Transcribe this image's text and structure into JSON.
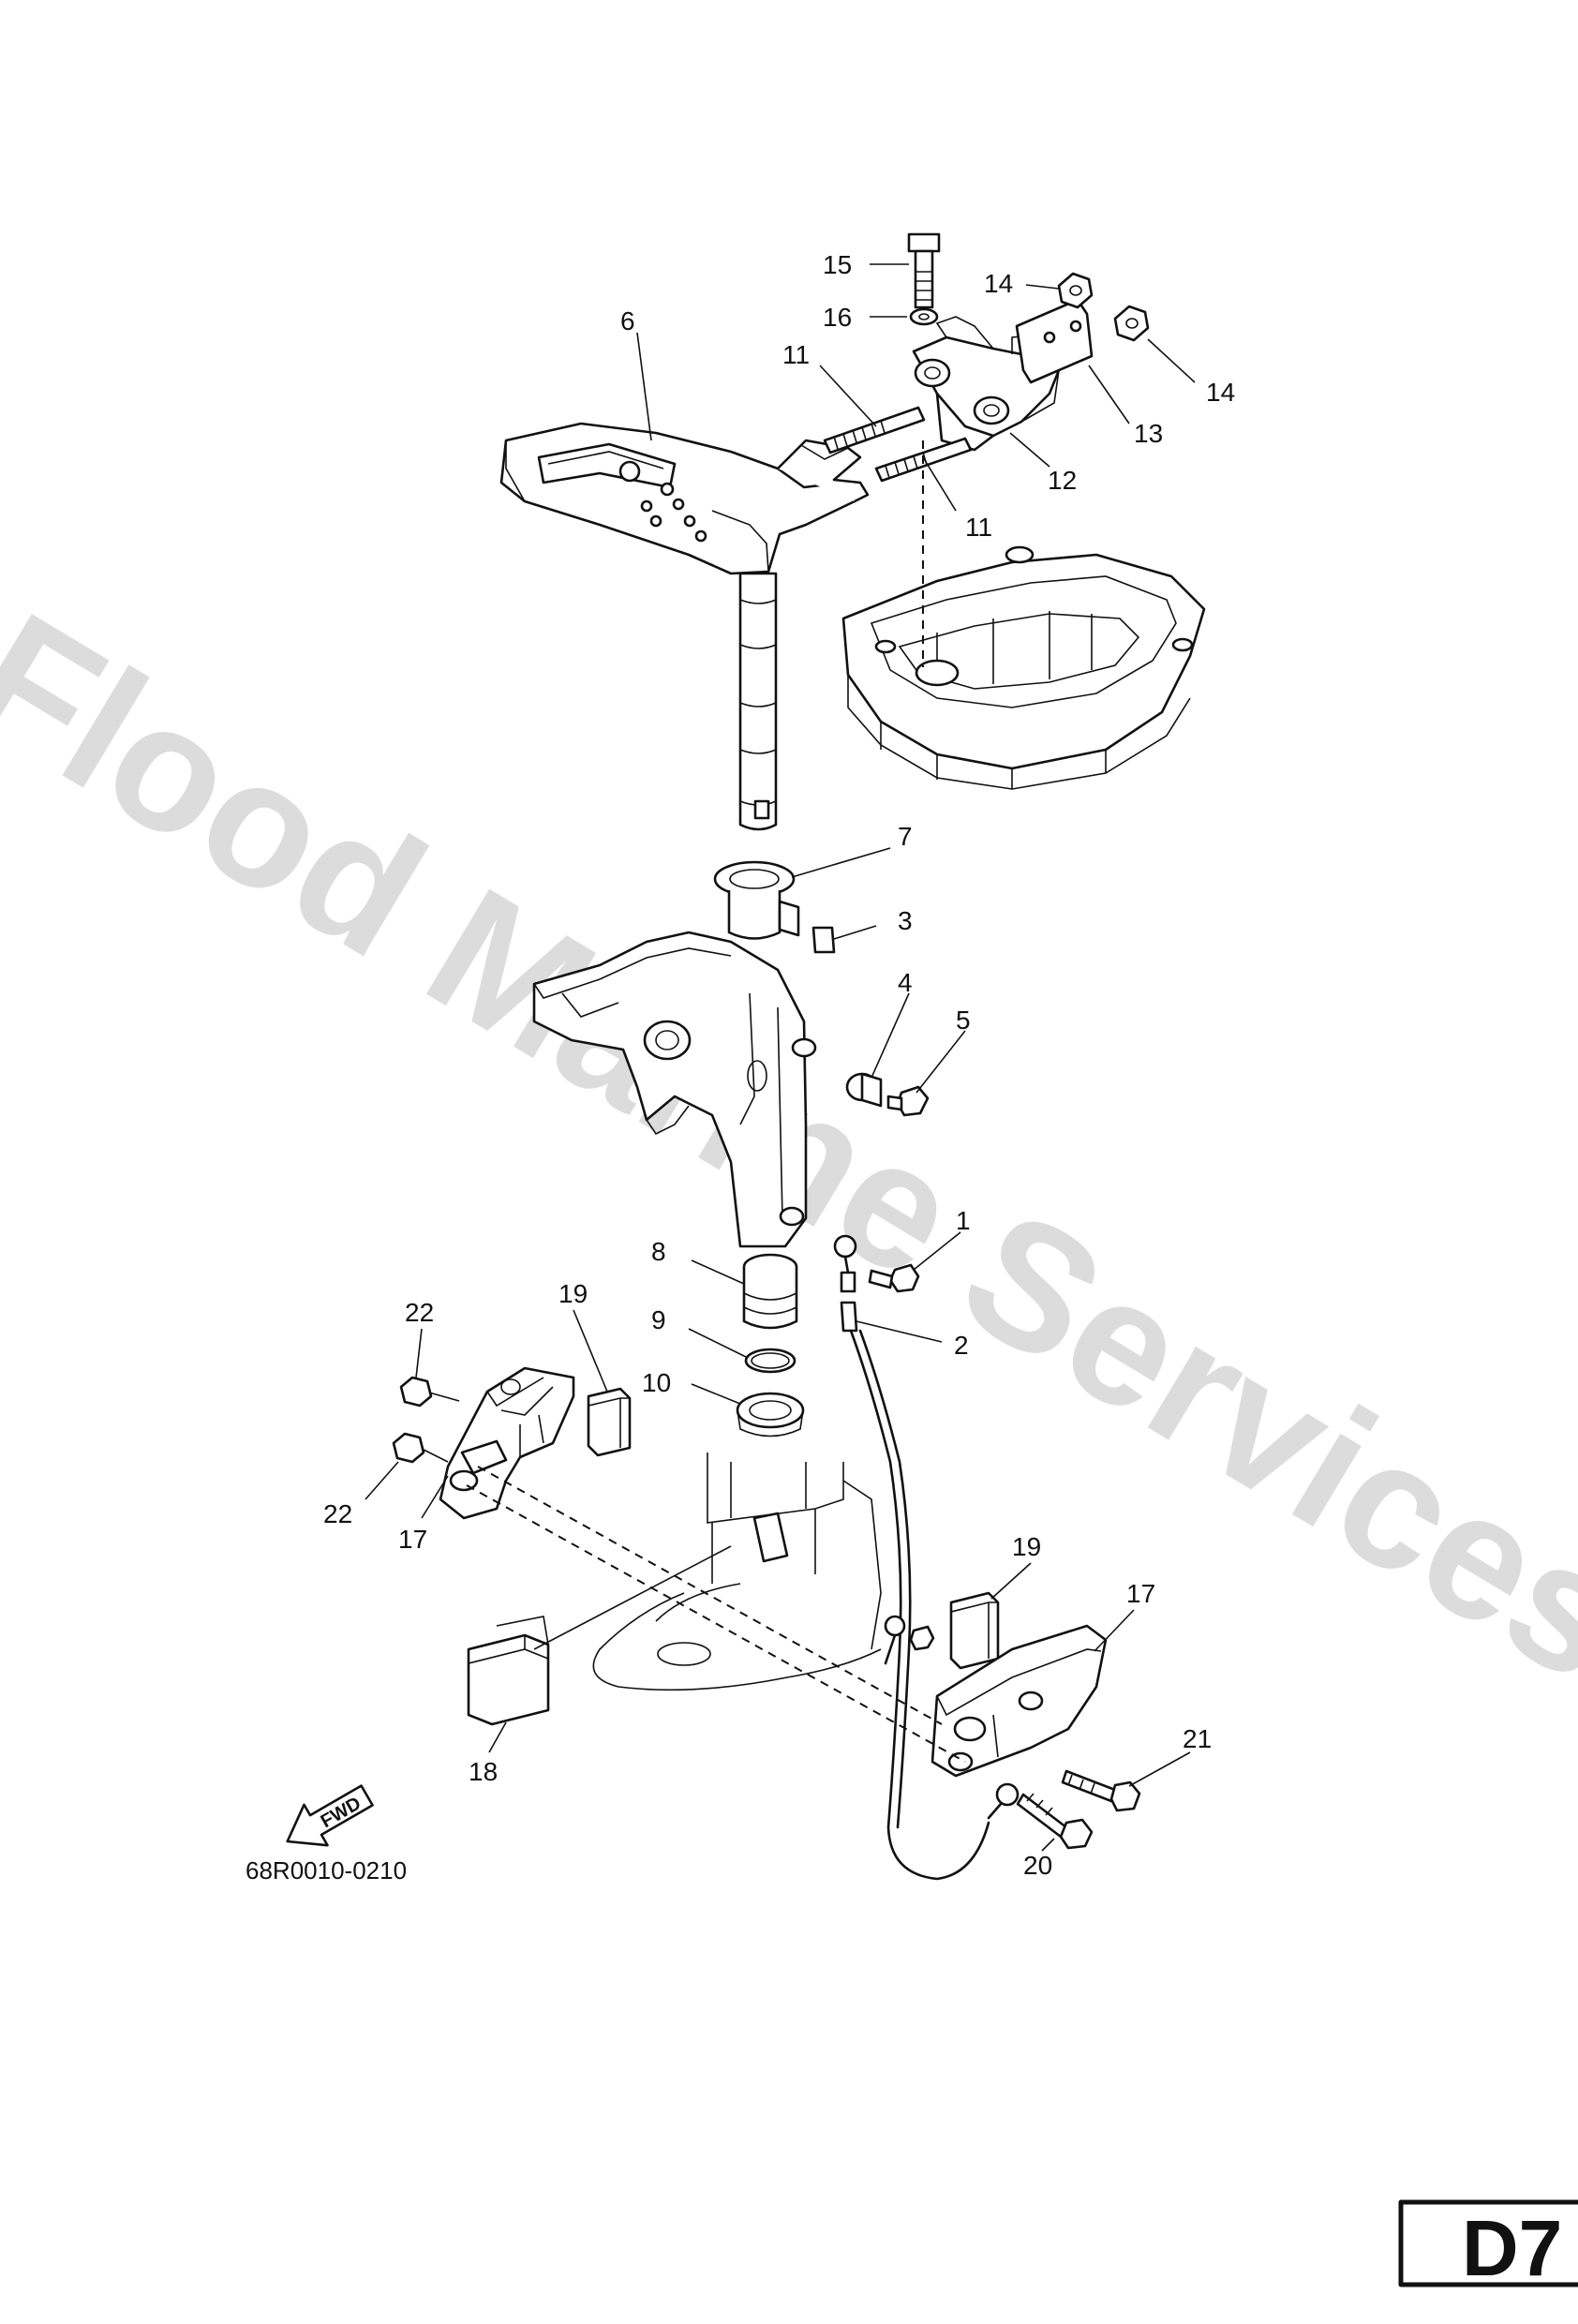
{
  "watermark": "Flood Marine Services",
  "drawing_code": "68R0010-0210",
  "page_tag": "D7",
  "fwd_label": "FWD",
  "callouts": {
    "c1": "1",
    "c2": "2",
    "c3": "3",
    "c4": "4",
    "c5": "5",
    "c6": "6",
    "c7": "7",
    "c8": "8",
    "c9": "9",
    "c10": "10",
    "c11a": "11",
    "c11b": "11",
    "c12": "12",
    "c13": "13",
    "c14a": "14",
    "c14b": "14",
    "c15": "15",
    "c16": "16",
    "c17a": "17",
    "c17b": "17",
    "c18": "18",
    "c19a": "19",
    "c19b": "19",
    "c20": "20",
    "c21": "21",
    "c22a": "22",
    "c22b": "22"
  }
}
